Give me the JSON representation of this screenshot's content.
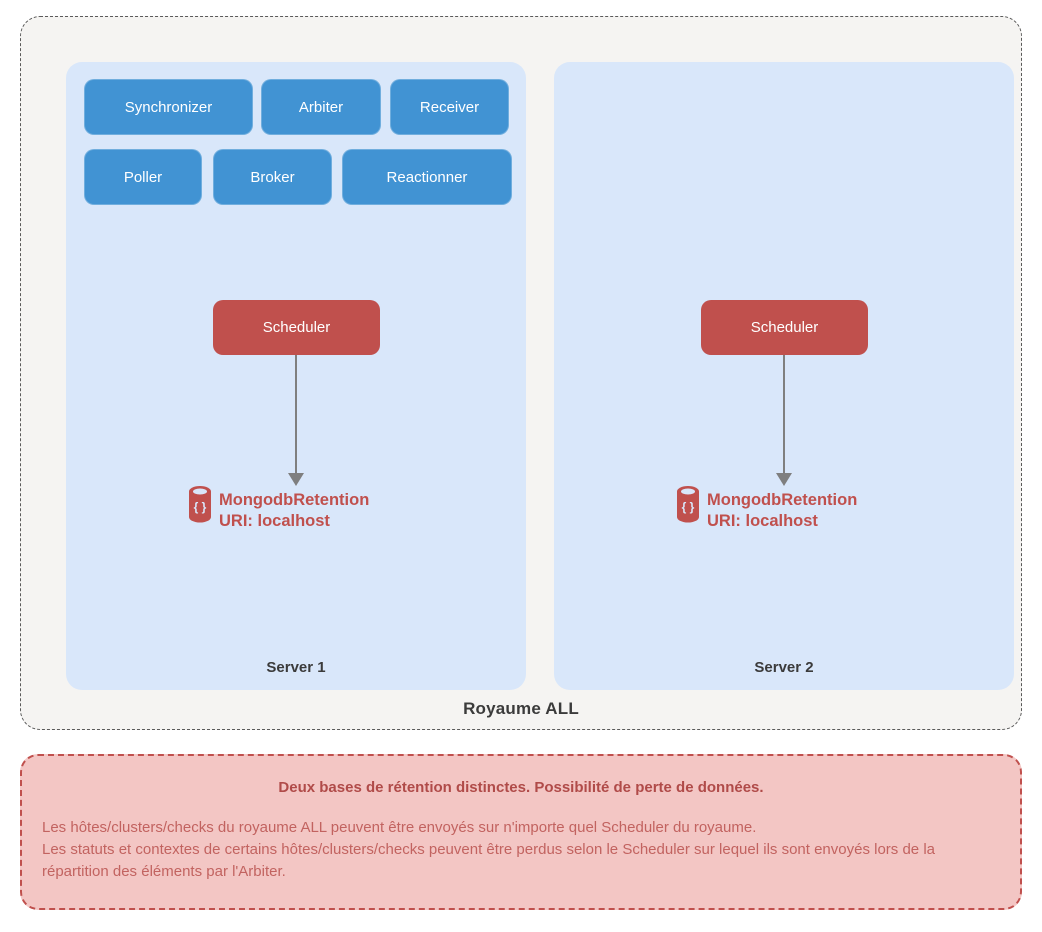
{
  "diagram": {
    "realm_label": "Royaume ALL",
    "server1": {
      "label": "Server 1",
      "components": [
        "Synchronizer",
        "Arbiter",
        "Receiver",
        "Poller",
        "Broker",
        "Reactionner"
      ],
      "scheduler_label": "Scheduler",
      "db_name": "MongodbRetention",
      "db_uri": "URI: localhost",
      "db_icon_glyph": "{ }"
    },
    "server2": {
      "label": "Server 2",
      "scheduler_label": "Scheduler",
      "db_name": "MongodbRetention",
      "db_uri": "URI: localhost",
      "db_icon_glyph": "{ }"
    }
  },
  "warning": {
    "title": "Deux bases de rétention distinctes. Possibilité de perte de données.",
    "line1": "Les hôtes/clusters/checks du royaume ALL peuvent être envoyés sur n'importe quel Scheduler du royaume.",
    "line2": "Les statuts et contextes de certains hôtes/clusters/checks peuvent être perdus selon le Scheduler sur lequel ils sont envoyés lors de la répartition des éléments par l'Arbiter."
  },
  "colors": {
    "component-blue": "#4193d3",
    "scheduler-red": "#c0504d",
    "panel-blue": "#d9e7fa",
    "realm-bg": "#f5f4f2",
    "realm-border": "#5a5a5a",
    "dark-text": "#3b3b3b",
    "arrow-gray": "#7f7f7f",
    "db-text": "#c0504d",
    "warning-bg": "#f3c6c4",
    "warning-border": "#c0504d",
    "warning-title": "#b04b49",
    "warning-text": "#c26360"
  }
}
